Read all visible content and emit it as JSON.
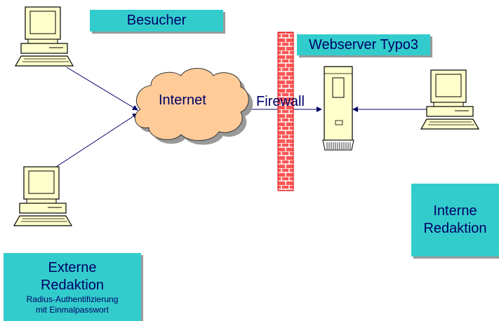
{
  "labels": {
    "besucher": "Besucher",
    "webserver": "Webserver Typo3",
    "internet": "Internet",
    "firewall": "Firewall",
    "interne_line1": "Interne",
    "interne_line2": "Redaktion",
    "externe_line1": "Externe",
    "externe_line2": "Redaktion",
    "externe_line3": "Radius-Authentifizierung",
    "externe_line4": "mit Einmalpasswort"
  },
  "colors": {
    "label_fill": "#33cccc",
    "text": "#000066",
    "cloud_fill": "#ffcc99",
    "firewall_brick": "#ff3333",
    "computer_fill": "#ffffcc",
    "line": "#000066"
  },
  "icons": [
    "computer-icon",
    "cloud-icon",
    "firewall-icon",
    "server-tower-icon"
  ]
}
